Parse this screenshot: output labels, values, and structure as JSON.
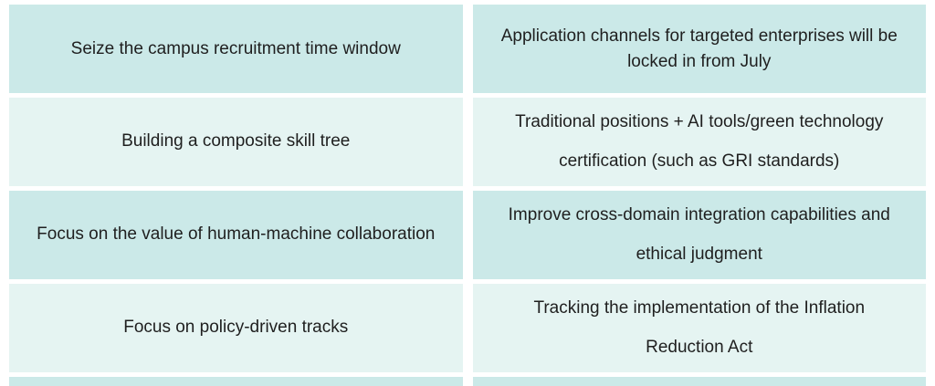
{
  "table": {
    "rows": [
      {
        "left": "Seize the campus recruitment time window",
        "right": "Application channels for targeted enterprises will be locked in from July"
      },
      {
        "left": "Building a composite skill tree",
        "right": "Traditional positions + AI tools/green technology certification (such as GRI standards)"
      },
      {
        "left": "Focus on the value of human-machine collaboration",
        "right": "Improve cross-domain integration capabilities and ethical judgment"
      },
      {
        "left": "Focus on policy-driven tracks",
        "right": "Tracking the implementation of the Inflation Reduction Act"
      }
    ]
  },
  "colors": {
    "row_odd_background": "#cbe9e8",
    "row_even_background": "#e5f4f2",
    "gutter_background": "#ffffff",
    "text": "#1f1f1f"
  }
}
